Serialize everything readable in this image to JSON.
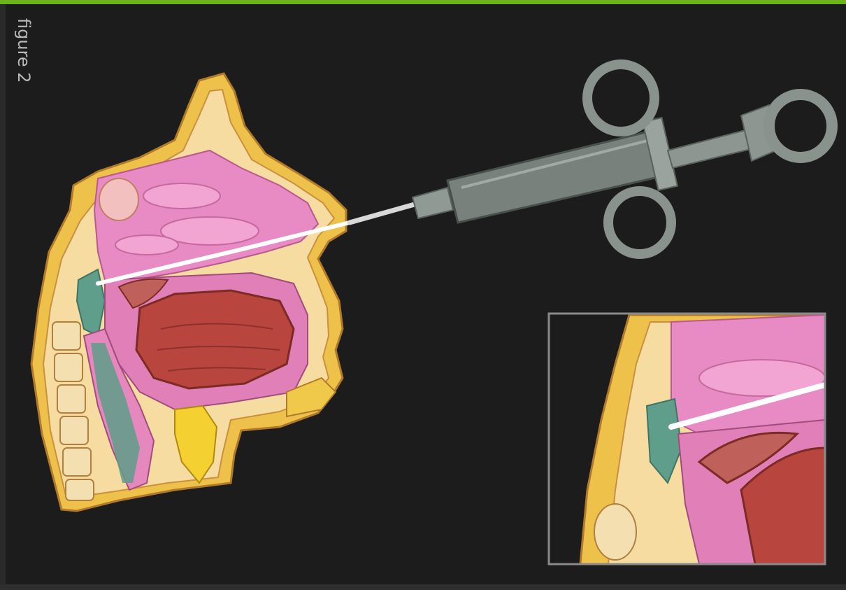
{
  "figure": {
    "label": "figure 2"
  },
  "illustration": {
    "main": "sagittal-head-section-with-syringe",
    "inset": "magnified-nasal-cavity-inset"
  },
  "colors": {
    "accent_border": "#6bb51a",
    "background": "#1c1c1c",
    "mucosa": "#e88ac4",
    "tissue_yellow": "#f0c84a",
    "tongue": "#b8453e",
    "pharynx": "#5f9e8a"
  }
}
